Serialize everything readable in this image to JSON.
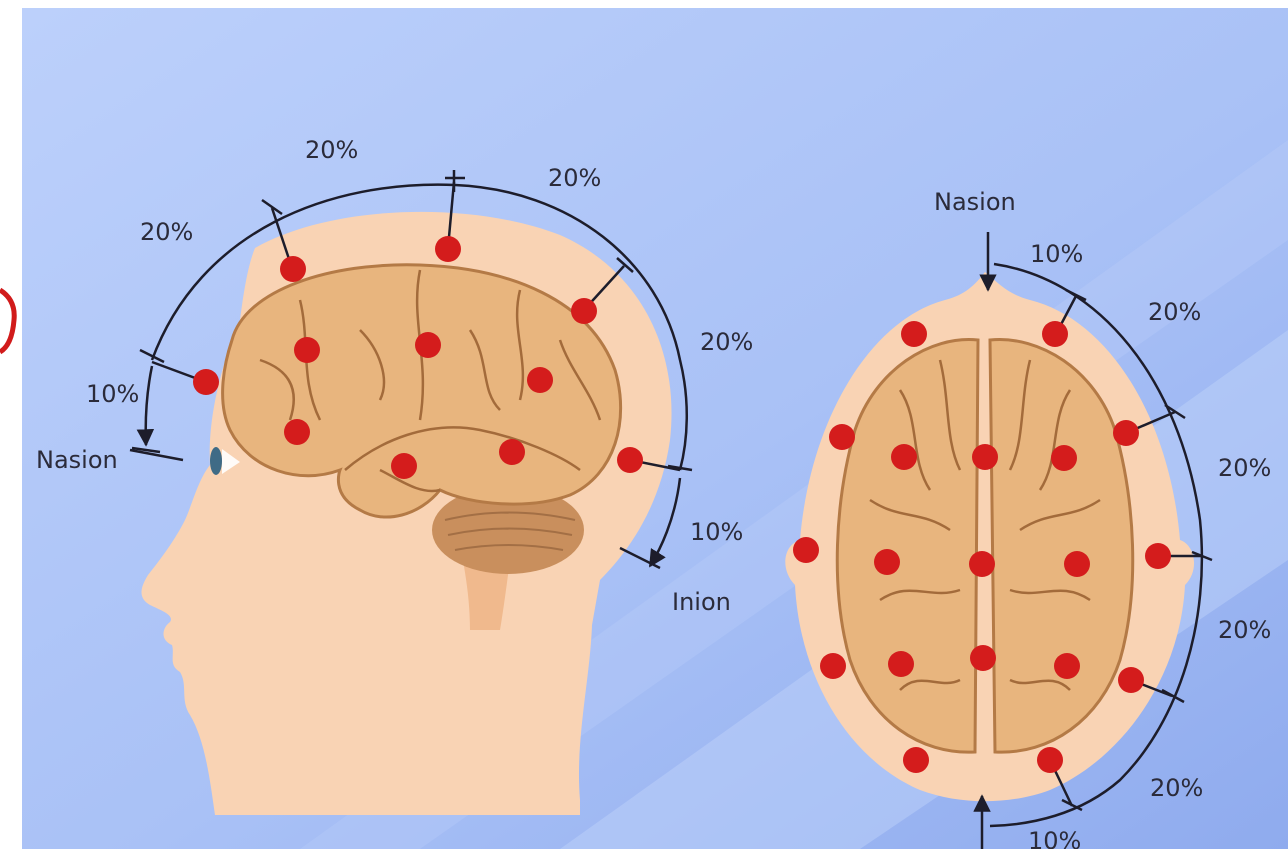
{
  "side_view": {
    "labels": {
      "arc_top_left": "20%",
      "arc_top_center": "20%",
      "arc_top_right": "20%",
      "arc_right": "20%",
      "arc_front_small": "10%",
      "arc_back_small": "10%",
      "nasion": "Nasion",
      "inion": "Inion"
    }
  },
  "top_view": {
    "labels": {
      "nasion": "Nasion",
      "front_small": "10%",
      "right_1": "20%",
      "right_2": "20%",
      "right_3": "20%",
      "right_4": "20%",
      "back_small": "10%"
    }
  },
  "colors": {
    "background": "#9fb7f2",
    "skin": "#f9d3b4",
    "brain": "#e8b57e",
    "cerebellum": "#c98f5d",
    "electrode": "#d41c1c",
    "line": "#1d1d2b"
  }
}
